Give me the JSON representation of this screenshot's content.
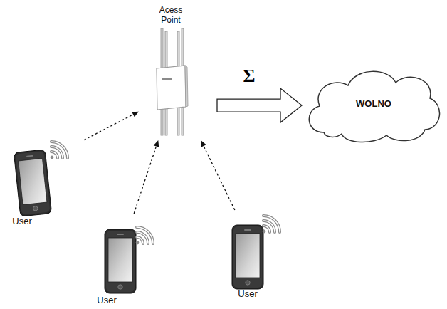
{
  "diagram": {
    "nodes": [
      {
        "text": [
          "Acess Point"
        ]
      },
      {
        "text": [
          "WOLNO"
        ]
      },
      {
        "text": [
          "User"
        ]
      },
      {
        "text": [
          "User"
        ]
      },
      {
        "text": [
          "User"
        ]
      }
    ],
    "edges": [
      {
        "from": 2,
        "to": 0,
        "arrow": "to"
      },
      {
        "from": 3,
        "to": 0,
        "arrow": "to"
      },
      {
        "from": 4,
        "to": 0,
        "arrow": "to"
      },
      {
        "from": 0,
        "to": 1,
        "label": "Σ",
        "arrow": "to"
      }
    ]
  }
}
